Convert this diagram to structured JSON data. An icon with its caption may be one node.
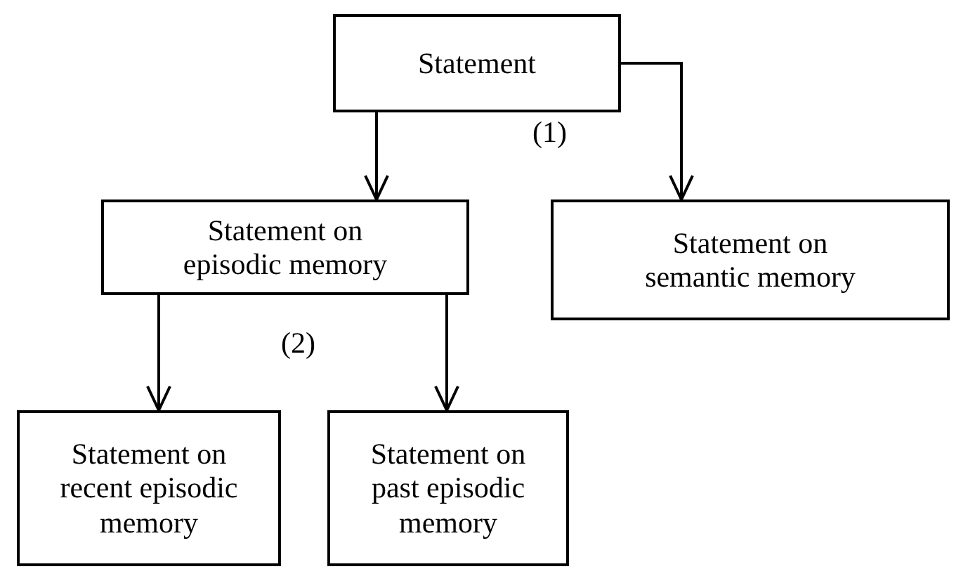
{
  "diagram": {
    "nodes": [
      {
        "text": [
          "Statement"
        ]
      },
      {
        "text": [
          "Statement on episodic memory"
        ]
      },
      {
        "text": [
          "Statement on semantic memory"
        ]
      },
      {
        "text": [
          "Statement on recent episodic memory"
        ]
      },
      {
        "text": [
          "Statement on past episodic memory"
        ]
      }
    ],
    "edges": [
      {
        "from": 0,
        "to": 1,
        "arrow": "to"
      },
      {
        "from": 0,
        "to": 2,
        "arrow": "to"
      },
      {
        "from": 1,
        "to": 3,
        "arrow": "to"
      },
      {
        "from": 1,
        "to": 4,
        "arrow": "to"
      }
    ],
    "labels": [
      "(1)",
      "(2)"
    ]
  }
}
